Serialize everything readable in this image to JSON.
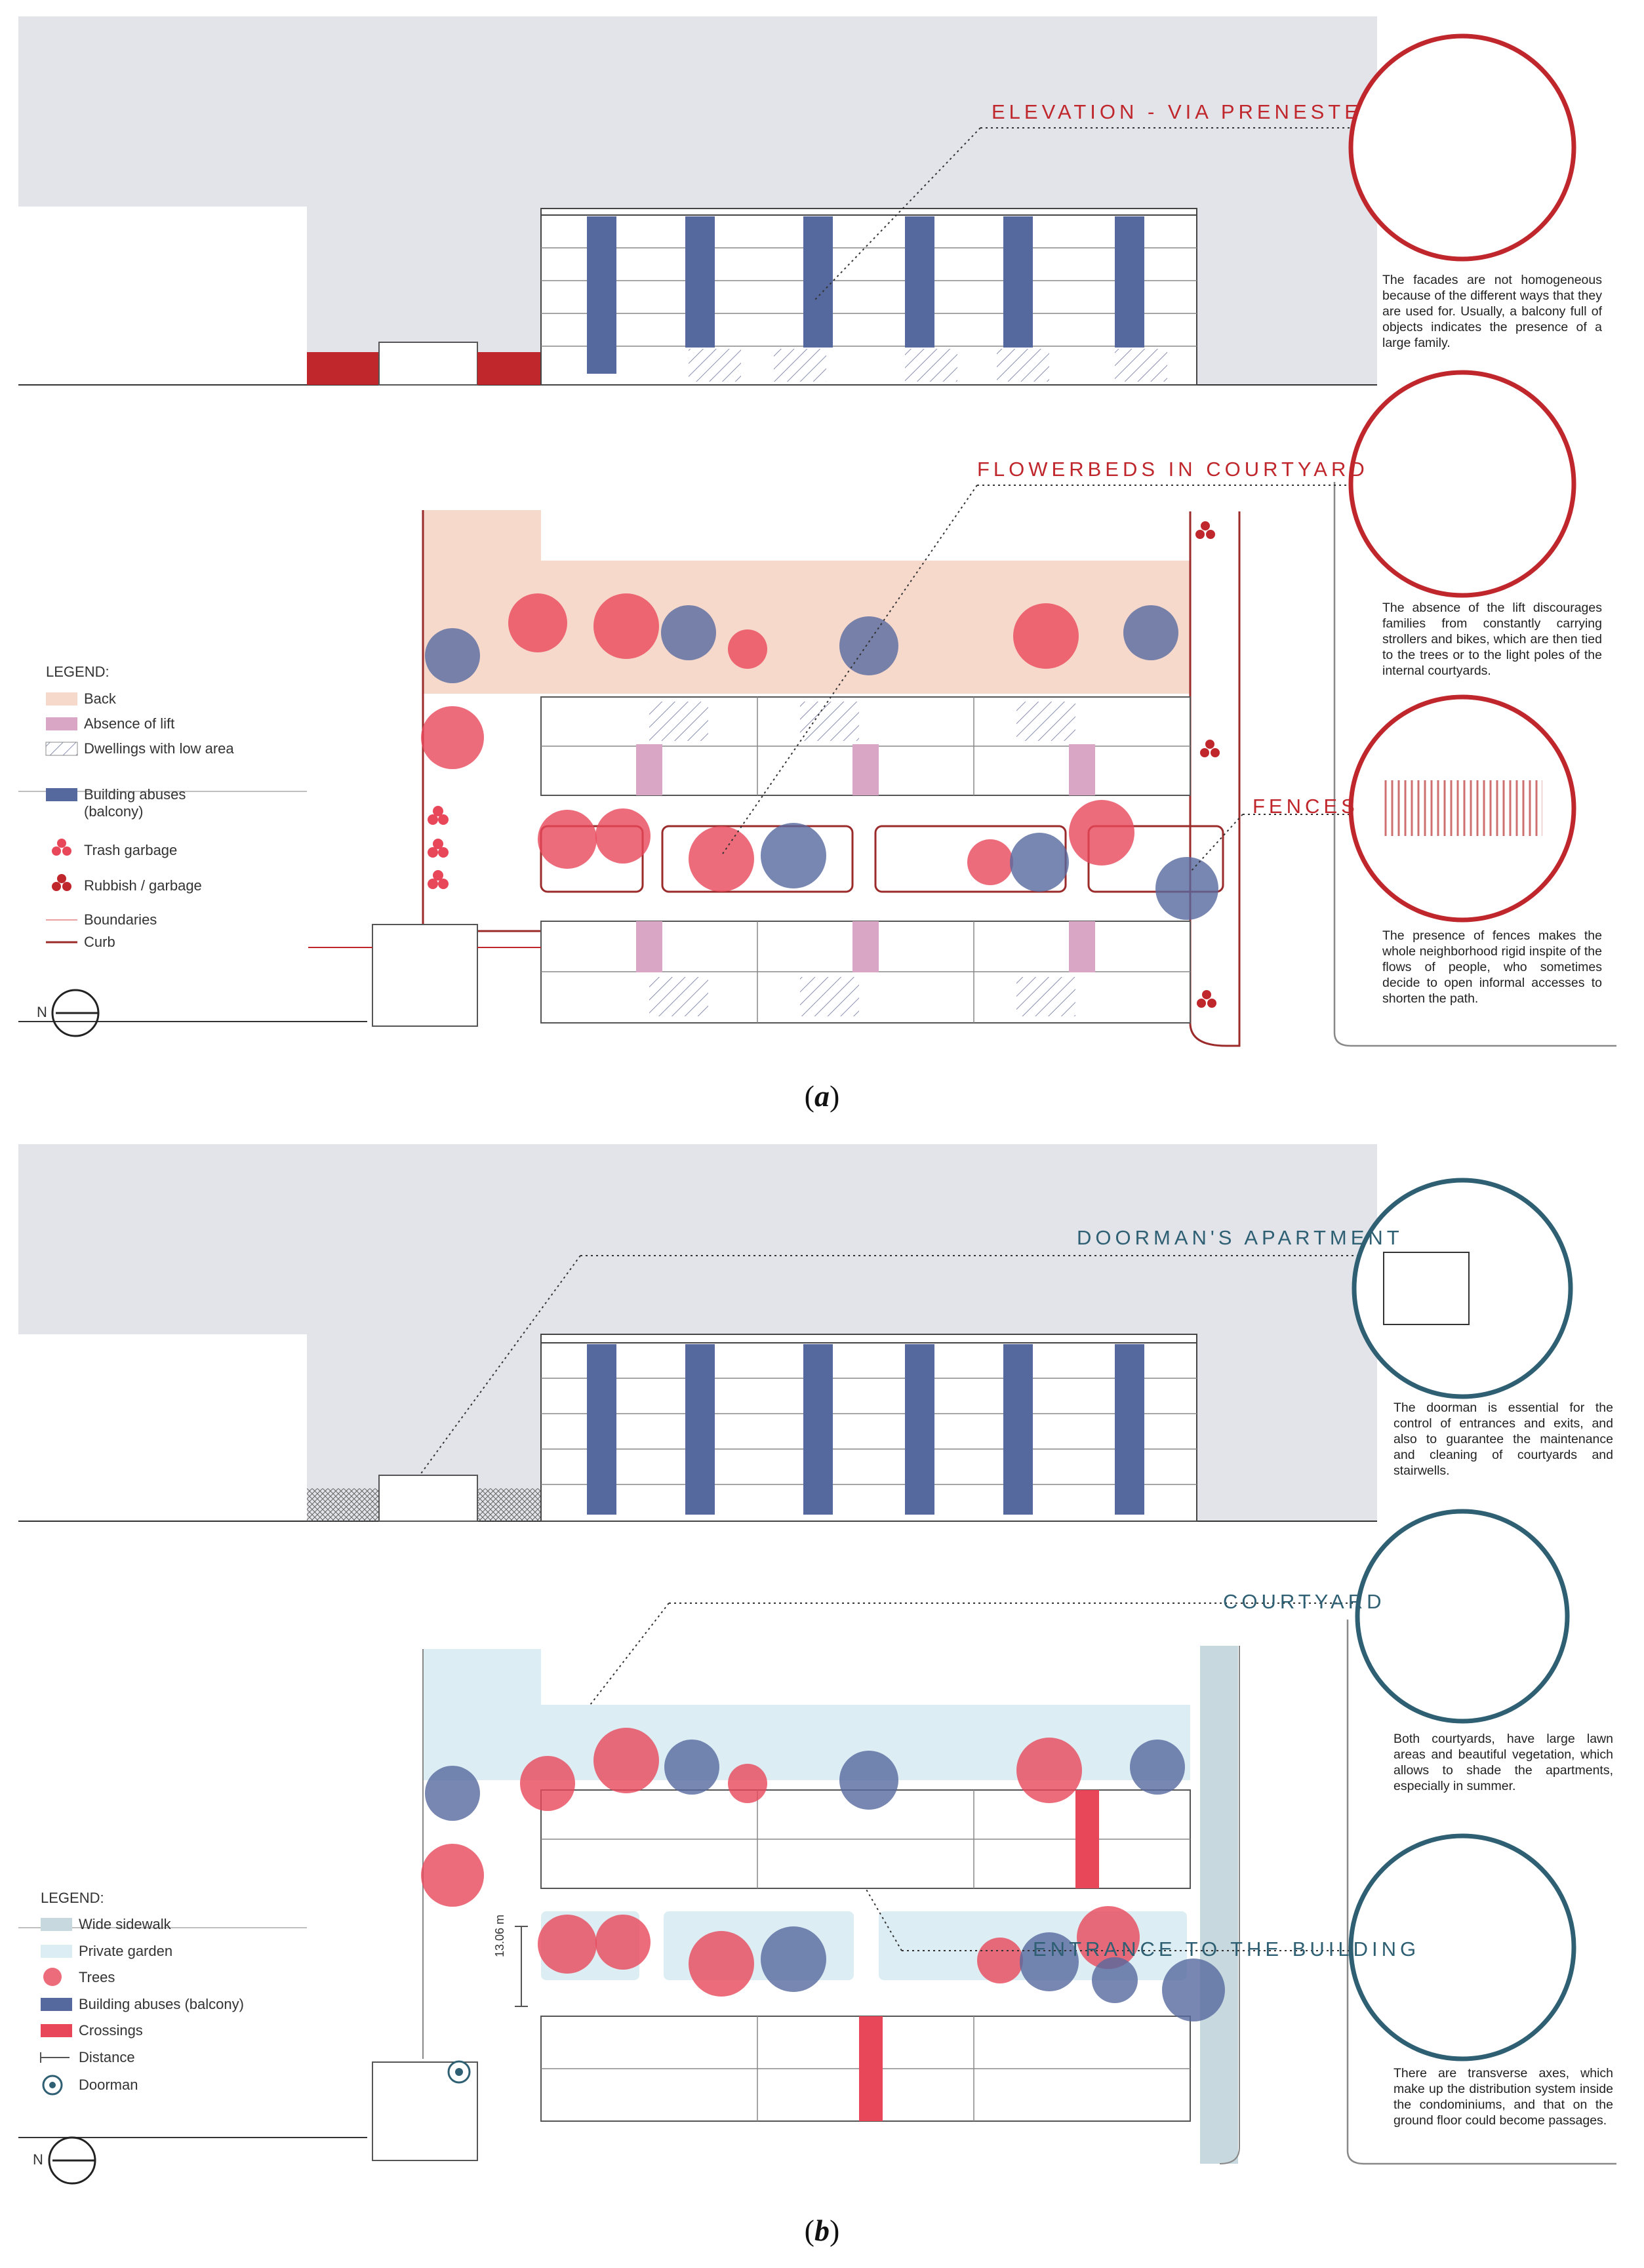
{
  "panel_a": {
    "caption_letter": "a",
    "callouts": {
      "elevation": "ELEVATION - VIA PRENESTE",
      "flowerbeds": "FLOWERBEDS IN COURTYARD",
      "fences": "FENCES"
    },
    "notes": {
      "facades": "The facades are not homogeneous because of the different ways that they are used for. Usually, a balcony full of objects indicates the presence of a large family.",
      "lift": "The absence of the lift discourages families from constantly carrying strollers and bikes, which are then tied to the trees or to the light poles of the internal courtyards.",
      "fences": "The presence of fences makes the whole neighborhood rigid inspite of the flows of people, who sometimes decide to open informal accesses to shorten the path."
    },
    "legend": {
      "title": "LEGEND:",
      "items": [
        {
          "label": "Back",
          "color": "#f7d9cc",
          "icon": "fill-swatch"
        },
        {
          "label": "Absence of lift",
          "color": "#d9a6c5",
          "icon": "fill-swatch"
        },
        {
          "label": "Dwellings with low area",
          "color": "#ffffff",
          "icon": "hatch-swatch"
        },
        {
          "label": "Building abuses (balcony)",
          "color": "#56699f",
          "icon": "fill-swatch"
        },
        {
          "label": "Trash garbage",
          "color": "#e8475a",
          "icon": "trash-dots"
        },
        {
          "label": "Rubbish / garbage",
          "color": "#c0272d",
          "icon": "rubbish-dots"
        },
        {
          "label": "Boundaries",
          "color": "#e8a0a0",
          "icon": "thin-line"
        },
        {
          "label": "Curb",
          "color": "#9b2a2a",
          "icon": "thick-line"
        }
      ]
    },
    "north_label": "N",
    "accent_color": "#c0272d"
  },
  "panel_b": {
    "caption_letter": "b",
    "callouts": {
      "doorman": "DOORMAN'S APARTMENT",
      "courtyard": "COURTYARD",
      "entrance": "ENTRANCE TO THE BUILDING"
    },
    "notes": {
      "doorman": "The doorman is essential for the control of entrances and exits, and also to guarantee the maintenance and cleaning of courtyards and stairwells.",
      "courtyard": "Both courtyards, have large lawn areas and beautiful vegetation, which allows to shade the apartments, especially in summer.",
      "entrance": "There are transverse axes, which make up the distribution system inside the condominiums, and that on the ground floor could become passages."
    },
    "legend": {
      "title": "LEGEND:",
      "items": [
        {
          "label": "Wide sidewalk",
          "color": "#c7d9df",
          "icon": "fill-swatch"
        },
        {
          "label": "Private garden",
          "color": "#dcedf3",
          "icon": "fill-swatch"
        },
        {
          "label": "Trees",
          "color": "#e8475a",
          "icon": "tree-icon"
        },
        {
          "label": "Building abuses (balcony)",
          "color": "#56699f",
          "icon": "fill-swatch"
        },
        {
          "label": "Crossings",
          "color": "#e8475a",
          "icon": "fill-swatch"
        },
        {
          "label": "Distance",
          "color": "#555555",
          "icon": "distance-icon"
        },
        {
          "label": "Doorman",
          "color": "#2e5f73",
          "icon": "eye-icon"
        }
      ]
    },
    "dimension_label": "13.06 m",
    "north_label": "N",
    "accent_color": "#2e5f73"
  }
}
